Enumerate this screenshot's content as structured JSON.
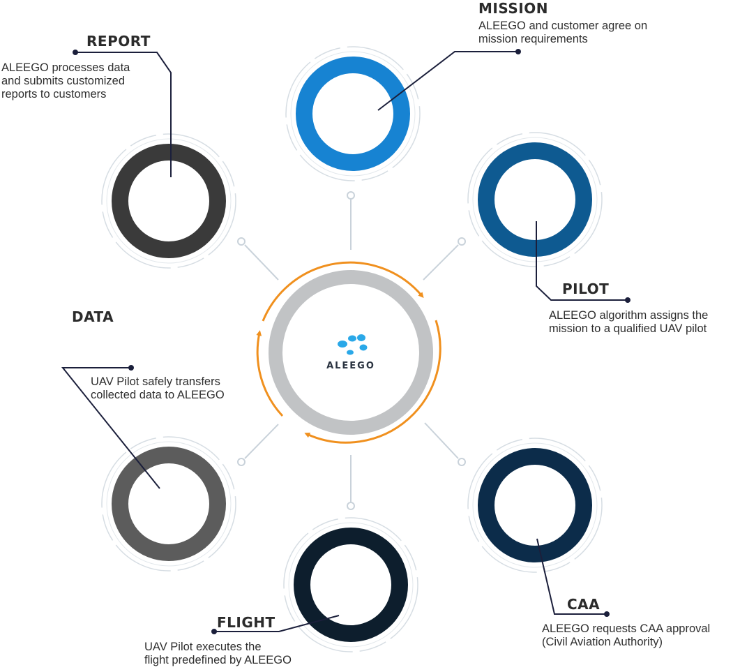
{
  "colors": {
    "mission": "#1783d2",
    "pilot": "#0e5a91",
    "caa": "#0c2c4a",
    "flight": "#0d1e2d",
    "data": "#5c5c5c",
    "report": "#3a3a3a",
    "center_ring": "#c1c3c5",
    "cycle_arrows": "#f0901e",
    "leader_lines": "#1b1f3b",
    "connectors": "#c9d2da",
    "logo_dots": "#2aa8e8"
  },
  "center": {
    "logo_text": "ALEEGO"
  },
  "steps": [
    {
      "id": "mission",
      "title": "MISSION",
      "desc": [
        "ALEEGO and customer agree on",
        "mission requirements"
      ]
    },
    {
      "id": "pilot",
      "title": "PILOT",
      "desc": [
        "ALEEGO algorithm assigns the",
        "mission to a qualified UAV pilot"
      ]
    },
    {
      "id": "caa",
      "title": "CAA",
      "desc": [
        "ALEEGO requests  CAA approval",
        "(Civil Aviation Authority)"
      ]
    },
    {
      "id": "flight",
      "title": "FLIGHT",
      "desc": [
        "UAV Pilot executes the",
        "flight predefined by ALEEGO"
      ]
    },
    {
      "id": "data",
      "title": "DATA",
      "desc": [
        "UAV Pilot safely transfers",
        "collected data to ALEEGO"
      ]
    },
    {
      "id": "report",
      "title": "REPORT",
      "desc": [
        "ALEEGO processes data",
        "and submits customized",
        "reports to customers"
      ]
    }
  ]
}
